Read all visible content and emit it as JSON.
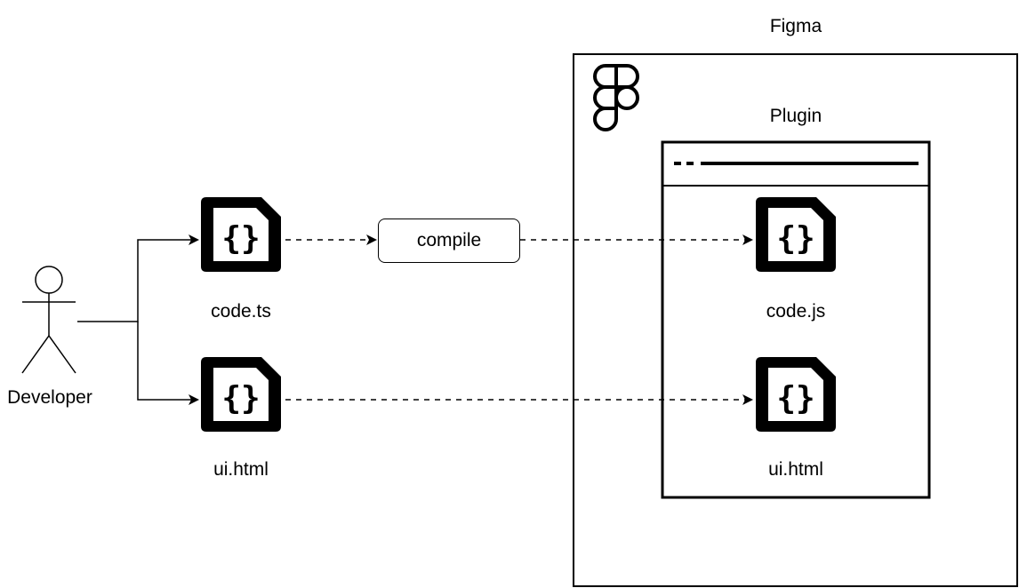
{
  "figma_container": {
    "title": "Figma"
  },
  "plugin": {
    "title": "Plugin"
  },
  "developer": {
    "label": "Developer"
  },
  "compile_step": {
    "label": "compile"
  },
  "source_files": [
    {
      "name": "code.ts",
      "icon": "code-file-icon"
    },
    {
      "name": "ui.html",
      "icon": "code-file-icon"
    }
  ],
  "plugin_files": [
    {
      "name": "code.js",
      "icon": "code-file-icon"
    },
    {
      "name": "ui.html",
      "icon": "code-file-icon"
    }
  ],
  "icons": {
    "figma_logo": "figma-logo-icon",
    "developer": "stick-figure-icon",
    "plugin_window": "window-titlebar-icon"
  }
}
